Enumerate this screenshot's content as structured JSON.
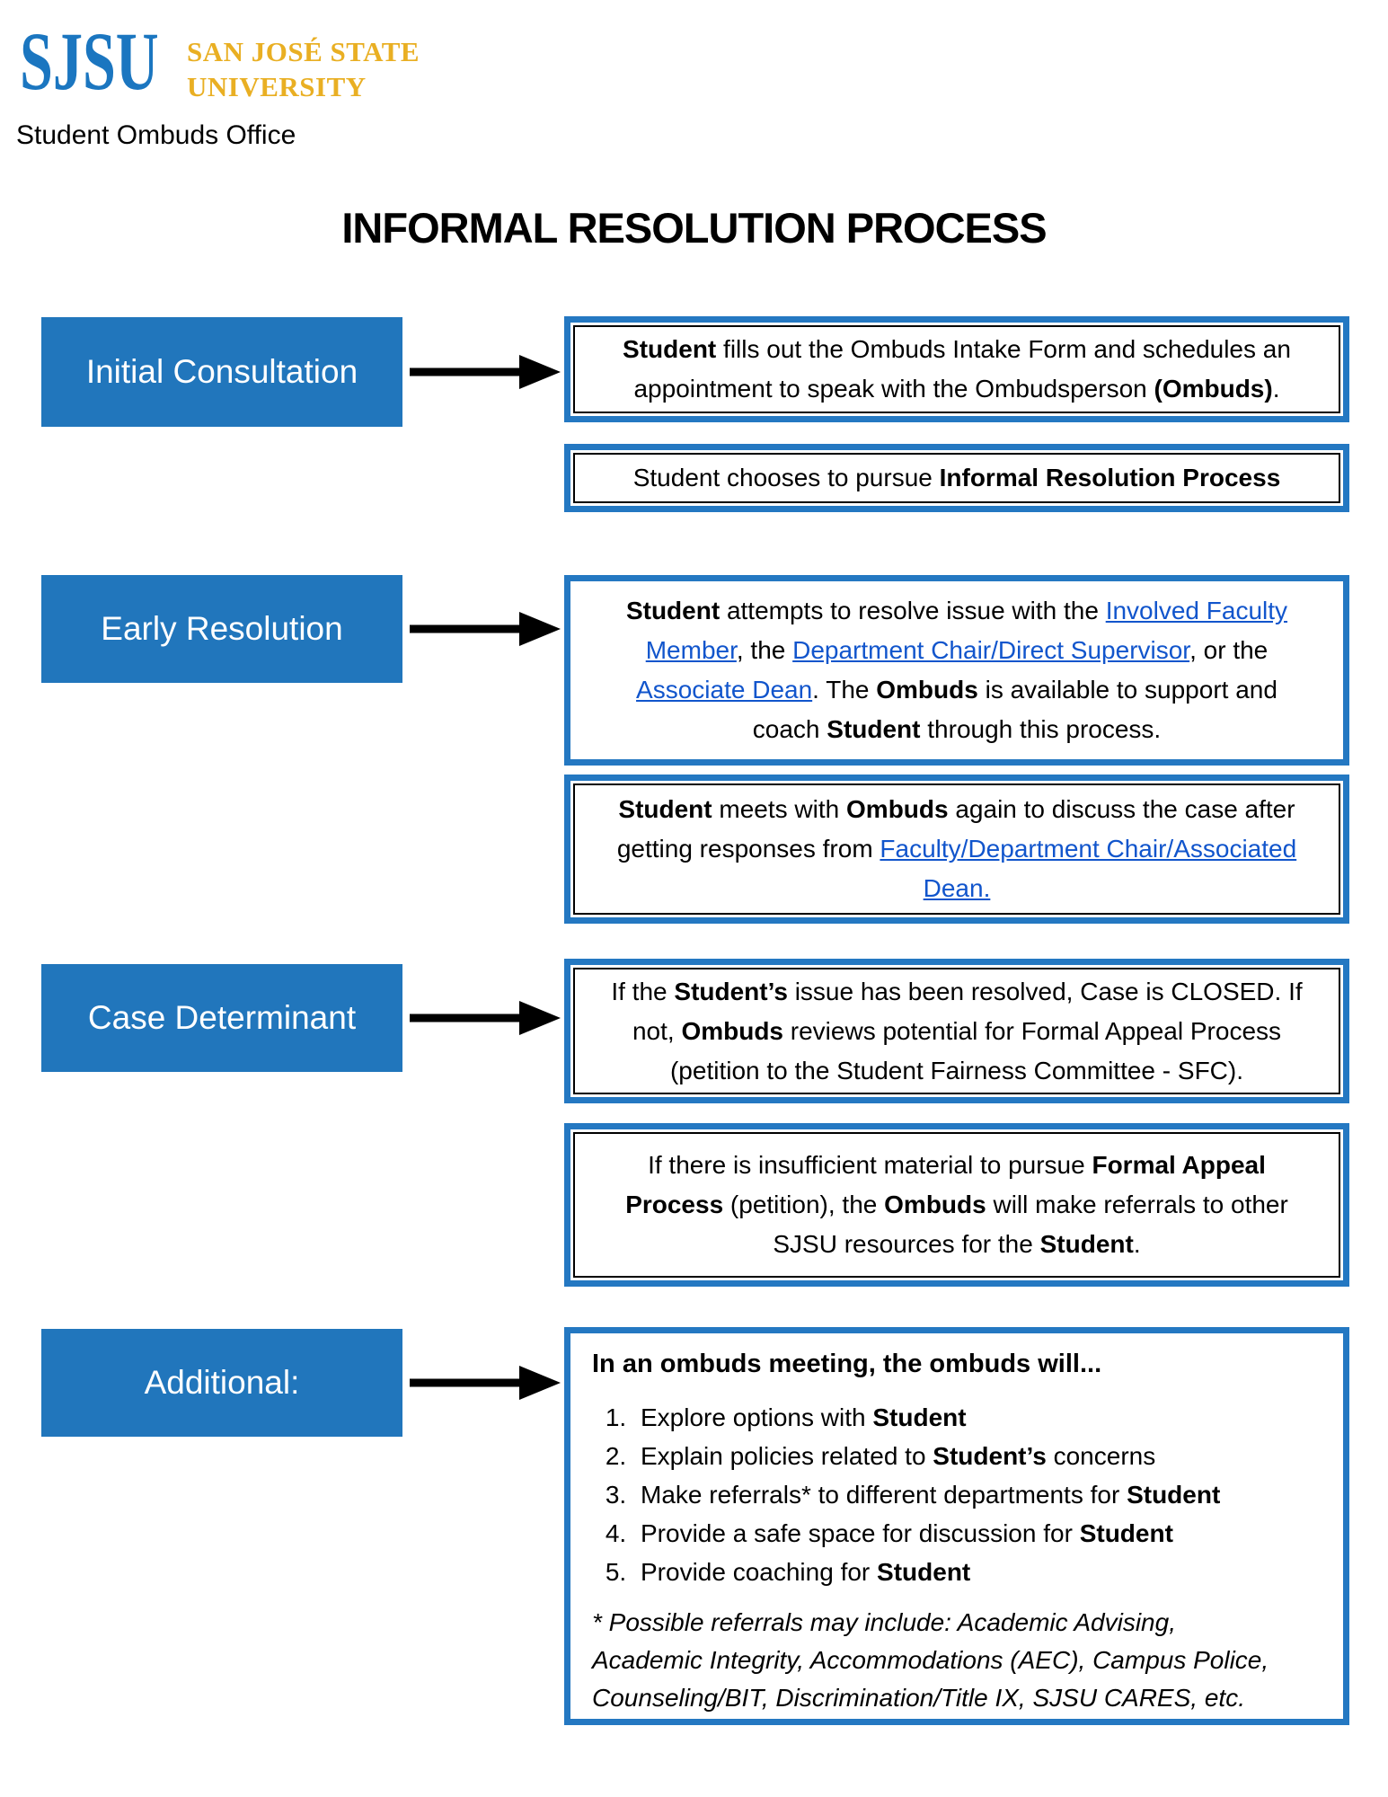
{
  "header": {
    "logo_acronym": "SJSU",
    "logo_name_line1": "SAN JOSÉ STATE",
    "logo_name_line2": "UNIVERSITY",
    "office": "Student Ombuds Office",
    "title": "INFORMAL RESOLUTION PROCESS"
  },
  "colors": {
    "stage_fill": "#2176BC",
    "box_border": "#2478C2",
    "link": "#1155CC",
    "logo_blue": "#1B76C0",
    "logo_gold": "#E9AF23",
    "arrow": "#000000"
  },
  "flow": {
    "labels": [
      "Initial Consultation",
      "Early Resolution",
      "Case Determinant",
      "Additional:"
    ],
    "boxes": {
      "intake": {
        "segments": [
          {
            "t": "Student",
            "b": true
          },
          {
            "t": " fills out the Ombuds Intake Form and schedules an"
          },
          {
            "br": true
          },
          {
            "t": "appointment to speak with the Ombudsperson "
          },
          {
            "t": "(Ombuds)",
            "b": true
          },
          {
            "t": "."
          }
        ]
      },
      "choose_informal": {
        "segments": [
          {
            "t": "Student chooses to pursue "
          },
          {
            "t": "Informal Resolution Process",
            "b": true
          }
        ]
      },
      "early_attempt": {
        "segments": [
          {
            "t": "Student",
            "b": true
          },
          {
            "t": " attempts to resolve issue with the "
          },
          {
            "t": "Involved Faculty",
            "u": true
          },
          {
            "br": true
          },
          {
            "t": "Member",
            "u": true
          },
          {
            "t": ", the "
          },
          {
            "t": "Department Chair/Direct Supervisor",
            "u": true
          },
          {
            "t": ", or the"
          },
          {
            "br": true
          },
          {
            "t": "Associate Dean",
            "u": true
          },
          {
            "t": ". The "
          },
          {
            "t": "Ombuds",
            "b": true
          },
          {
            "t": " is available to support and"
          },
          {
            "br": true
          },
          {
            "t": "coach "
          },
          {
            "t": "Student",
            "b": true
          },
          {
            "t": " through this process."
          }
        ]
      },
      "meet_again": {
        "segments": [
          {
            "t": "Student",
            "b": true
          },
          {
            "t": " meets with "
          },
          {
            "t": "Ombuds",
            "b": true
          },
          {
            "t": " again to discuss the case after"
          },
          {
            "br": true
          },
          {
            "t": "getting responses from "
          },
          {
            "t": "Faculty/Department Chair/Associated",
            "u": true
          },
          {
            "br": true
          },
          {
            "t": "Dean.",
            "u": true
          }
        ]
      },
      "case_outcome": {
        "segments": [
          {
            "t": "If the "
          },
          {
            "t": "Student’s",
            "b": true
          },
          {
            "t": " issue has been resolved, Case is CLOSED. If"
          },
          {
            "br": true
          },
          {
            "t": "not, "
          },
          {
            "t": "Ombuds",
            "b": true
          },
          {
            "t": " reviews potential for Formal Appeal Process"
          },
          {
            "br": true
          },
          {
            "t": "(petition to the Student Fairness Committee - SFC)."
          }
        ]
      },
      "insufficient_material": {
        "segments": [
          {
            "t": "If there is insufficient material to pursue "
          },
          {
            "t": "Formal Appeal",
            "b": true
          },
          {
            "br": true
          },
          {
            "t": "Process",
            "b": true
          },
          {
            "t": " (petition), the "
          },
          {
            "t": "Ombuds",
            "b": true
          },
          {
            "t": " will make referrals to other"
          },
          {
            "br": true
          },
          {
            "t": "SJSU resources for the "
          },
          {
            "t": "Student",
            "b": true
          },
          {
            "t": "."
          }
        ]
      },
      "additional": {
        "header_segments": [
          {
            "t": "In an ombuds meeting, the ombuds will...",
            "b": true
          }
        ],
        "items": [
          [
            {
              "t": "Explore options with "
            },
            {
              "t": "Student",
              "b": true
            }
          ],
          [
            {
              "t": "Explain policies related to "
            },
            {
              "t": "Student’s",
              "b": true
            },
            {
              "t": " concerns"
            }
          ],
          [
            {
              "t": "Make referrals* to different departments for "
            },
            {
              "t": "Student",
              "b": true
            }
          ],
          [
            {
              "t": "Provide a safe space for discussion for "
            },
            {
              "t": "Student",
              "b": true
            }
          ],
          [
            {
              "t": "Provide coaching for "
            },
            {
              "t": "Student",
              "b": true
            }
          ]
        ],
        "footnote_segments": [
          {
            "t": "* Possible referrals may include: Academic Advising,",
            "i": true
          },
          {
            "br": true
          },
          {
            "t": "Academic Integrity, Accommodations (AEC), Campus Police,",
            "i": true
          },
          {
            "br": true
          },
          {
            "t": "Counseling/BIT, Discrimination/Title IX, SJSU CARES, etc.",
            "i": true
          }
        ]
      }
    }
  }
}
